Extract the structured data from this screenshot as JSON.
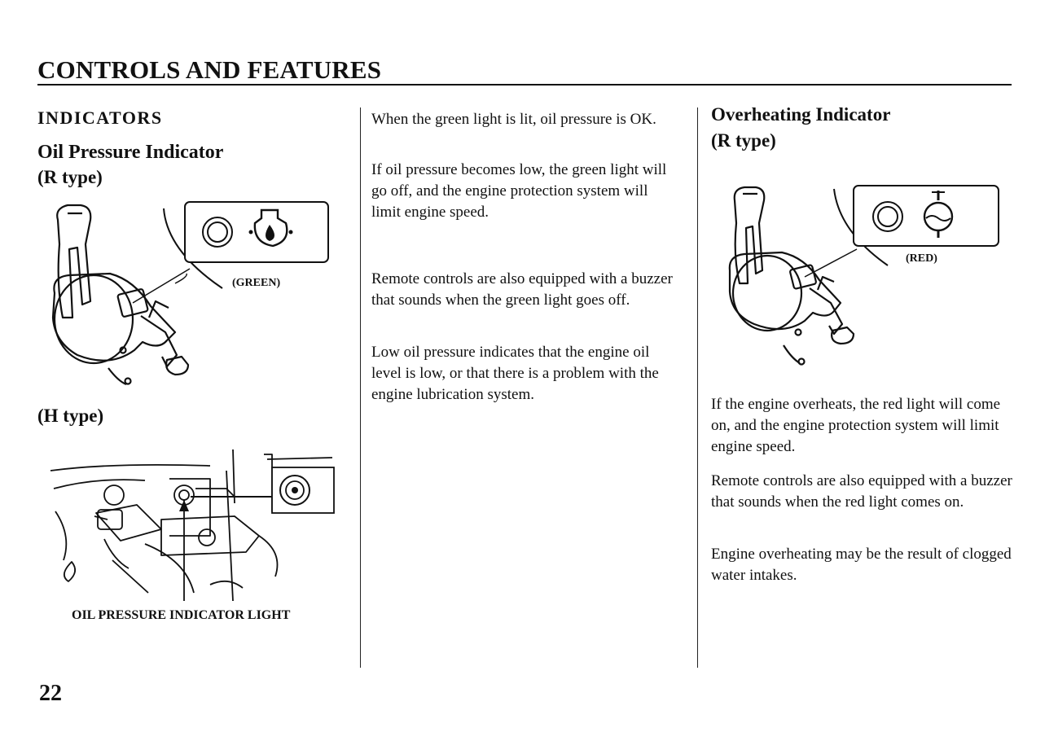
{
  "header": {
    "title": "CONTROLS AND FEATURES"
  },
  "left_column": {
    "section_label": "INDICATORS",
    "heading": "Oil Pressure Indicator",
    "r_type_label": "(R type)",
    "green_callout": "(GREEN)",
    "h_type_label": "(H type)",
    "figure_caption": "OIL PRESSURE INDICATOR LIGHT"
  },
  "middle_column": {
    "paragraphs": [
      "When the green light is lit, oil pressure is OK.",
      "If oil pressure becomes low, the green light will go off, and the engine protection system will limit engine speed.",
      "Remote controls are also equipped with a buzzer that sounds when the green light goes off.",
      "Low oil pressure indicates that the engine oil level is low, or that there is a problem with the engine lubrication system."
    ]
  },
  "right_column": {
    "heading": "Overheating Indicator",
    "r_type_label": "(R type)",
    "red_callout": "(RED)",
    "paragraphs": [
      "If the engine overheats, the red light will come on, and the engine protection system will limit engine speed.",
      "Remote controls are also equipped with a buzzer that sounds when the red light comes on.",
      "Engine overheating may be the result of clogged water intakes."
    ]
  },
  "page_number": "22",
  "icons": {
    "oil_pressure": "oil-can-drop-icon",
    "overheating": "thermometer-water-icon"
  }
}
